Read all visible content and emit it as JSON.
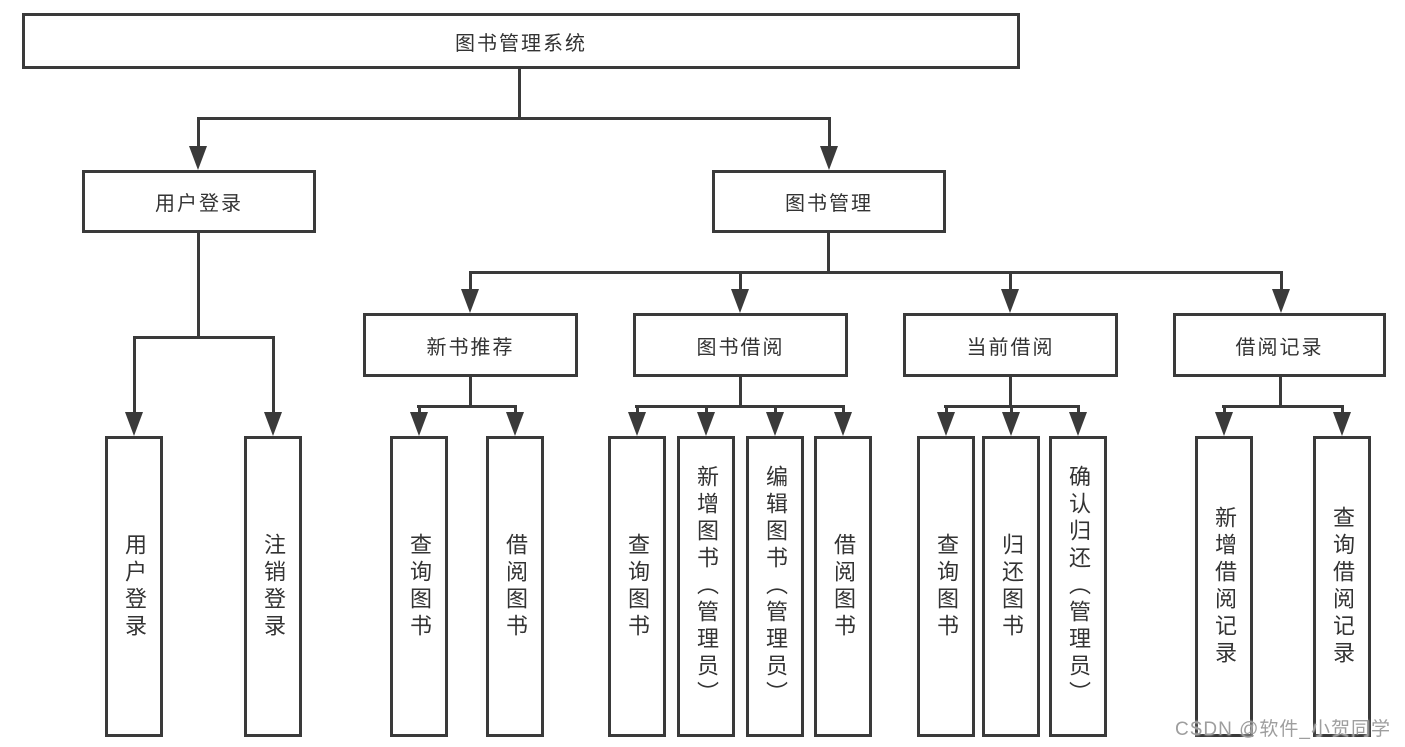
{
  "tree": {
    "root": {
      "label": "图书管理系统"
    },
    "level2": [
      {
        "label": "用户登录"
      },
      {
        "label": "图书管理"
      }
    ],
    "level3": [
      {
        "label": "新书推荐"
      },
      {
        "label": "图书借阅"
      },
      {
        "label": "当前借阅"
      },
      {
        "label": "借阅记录"
      }
    ],
    "leaves": {
      "user_login": [
        "用户登录",
        "注销登录"
      ],
      "new_book": [
        "查询图书",
        "借阅图书"
      ],
      "book_borrow": [
        "查询图书",
        "新增图书（管理员）",
        "编辑图书（管理员）",
        "借阅图书"
      ],
      "current_borrow": [
        "查询图书",
        "归还图书",
        "确认归还（管理员）"
      ],
      "borrow_record": [
        "新增借阅记录",
        "查询借阅记录"
      ]
    }
  },
  "watermark": {
    "text": "CSDN @软件_小贺同学"
  },
  "colors": {
    "line": "#3a3a3a",
    "text": "#333333",
    "watermark": "#9e9e9e",
    "background": "#ffffff"
  }
}
